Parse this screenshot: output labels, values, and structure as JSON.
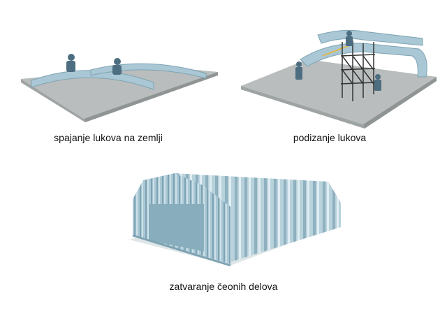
{
  "steps": [
    {
      "caption": "spajanje lukova na zemlji"
    },
    {
      "caption": "podizanje lukova"
    },
    {
      "caption": "zatvaranje čeonih delova"
    }
  ],
  "colors": {
    "ground": "#b8bcbc",
    "panel": "#a9c7d4",
    "panel_dark": "#7ea3b3",
    "worker": "#4d6d80"
  }
}
